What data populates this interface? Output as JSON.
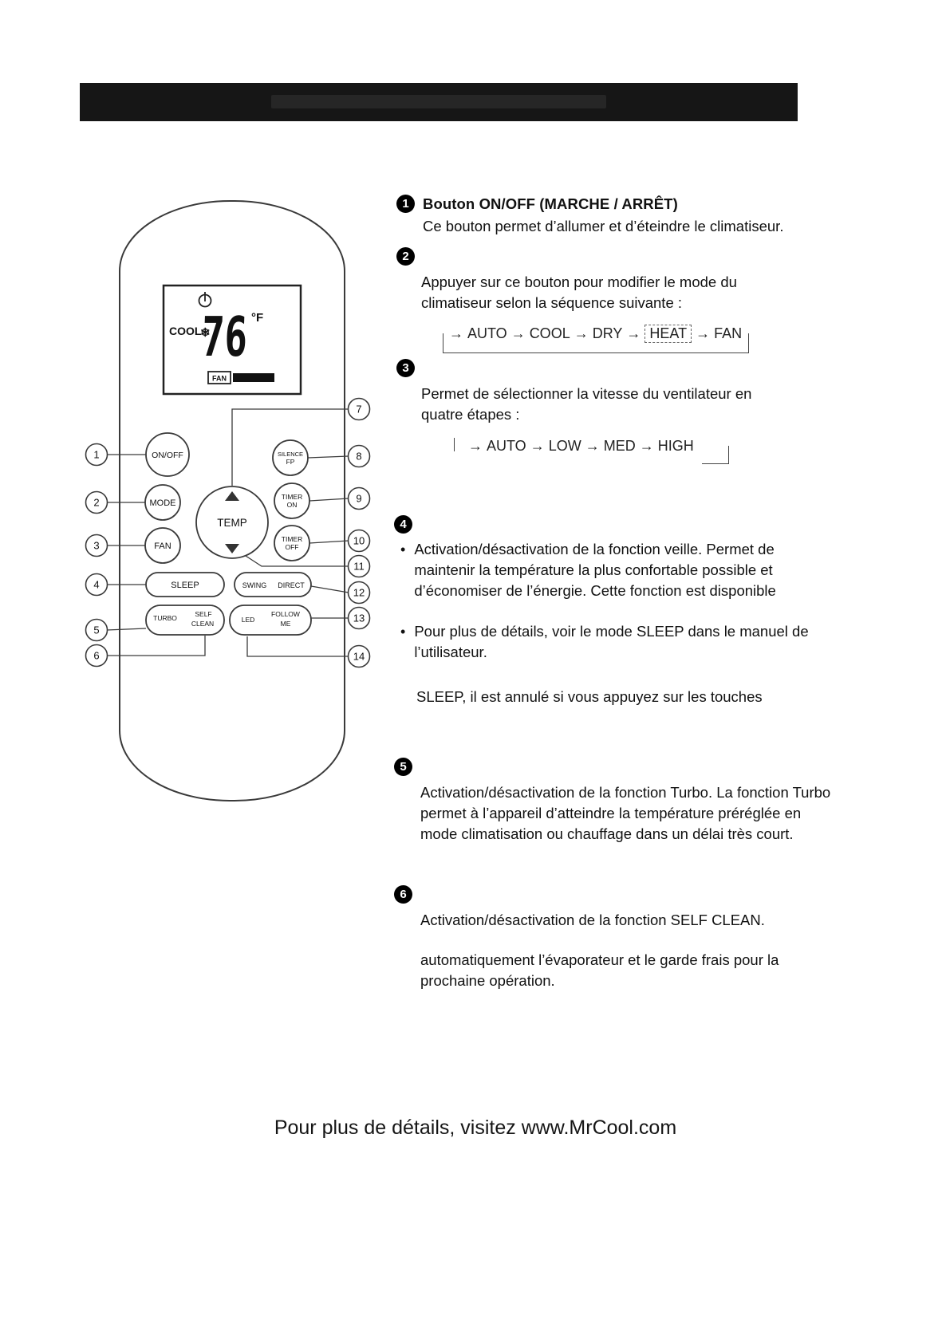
{
  "ui": {
    "arrow": "→",
    "bullet": "•"
  },
  "remote": {
    "display": {
      "mode_label": "COOL",
      "snowflake": "❄",
      "temperature": "76",
      "unit": "°F",
      "fan_label": "FAN"
    },
    "buttons": {
      "on_off": "ON/OFF",
      "mode": "MODE",
      "fan": "FAN",
      "temp": "TEMP",
      "silence_line1": "SILENCE",
      "silence_line2": "FP",
      "timer_line": "TIMER",
      "timer_on": "ON",
      "timer_off": "OFF",
      "sleep": "SLEEP",
      "swing": "SWING",
      "direct": "DIRECT",
      "turbo": "TURBO",
      "self": "SELF",
      "clean": "CLEAN",
      "led": "LED",
      "follow": "FOLLOW",
      "me": "ME"
    },
    "callouts": [
      "1",
      "2",
      "3",
      "4",
      "5",
      "6",
      "7",
      "8",
      "9",
      "10",
      "11",
      "12",
      "13",
      "14"
    ]
  },
  "sections": {
    "s1": {
      "num": "1",
      "heading": "Bouton ON/OFF (MARCHE / ARRÊT)",
      "body": "Ce bouton permet d’allumer et d’éteindre le climatiseur."
    },
    "s2": {
      "num": "2",
      "body": "Appuyer sur ce bouton pour modifier le mode du climatiseur selon la séquence suivante :",
      "seq": [
        "AUTO",
        "COOL",
        "DRY",
        "HEAT",
        "FAN"
      ]
    },
    "s3": {
      "num": "3",
      "body": "Permet de sélectionner la vitesse du ventilateur en quatre étapes :",
      "seq": [
        "AUTO",
        "LOW",
        "MED",
        "HIGH"
      ]
    },
    "s4": {
      "num": "4",
      "bullet1": "Activation/désactivation de la fonction veille. Permet de maintenir la température la plus confortable possible et d’économiser de l’énergie. Cette fonction est disponible",
      "bullet2": "Pour plus de détails, voir le mode SLEEP dans le manuel de l’utilisateur.",
      "note": "SLEEP, il est annulé si vous appuyez sur les touches"
    },
    "s5": {
      "num": "5",
      "body": "Activation/désactivation de la fonction Turbo. La fonction Turbo permet à l’appareil d’atteindre la température préréglée en mode climatisation ou chauffage dans un délai très court."
    },
    "s6": {
      "num": "6",
      "body1": "Activation/désactivation de la fonction SELF CLEAN.",
      "body2": "automatiquement l’évaporateur et le garde frais pour la prochaine opération."
    }
  },
  "footer": {
    "text": "Pour plus de détails, visitez www.MrCool.com"
  }
}
